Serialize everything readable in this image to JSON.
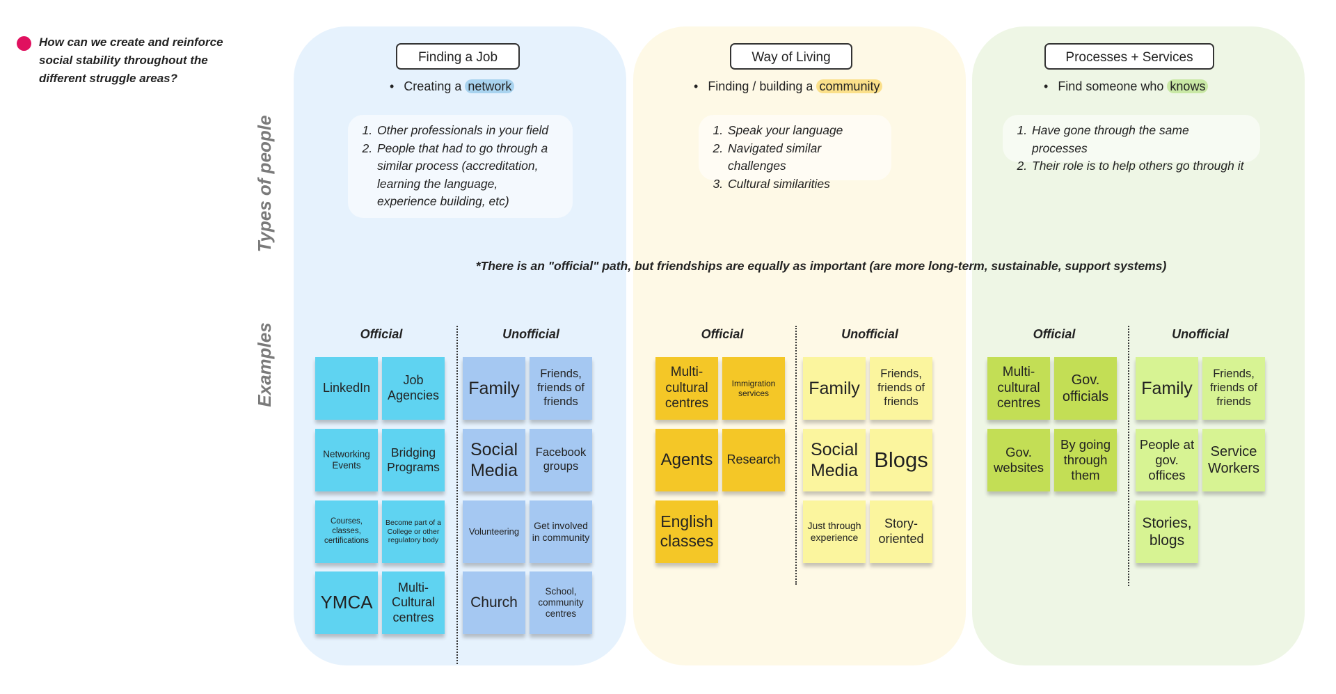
{
  "question": {
    "text": "How can we create and reinforce social stability throughout the different struggle areas?",
    "dot_color": "#e0115f"
  },
  "side_labels": {
    "types": "Types of people",
    "examples": "Examples"
  },
  "official_note": "*There is an \"official\" path, but friendships are equally as important (are more long-term, sustainable, support systems)",
  "panels": [
    {
      "title": "Finding a Job",
      "bullet_prefix": "Creating a",
      "bullet_highlight": "network",
      "panel_color": "#e6f2fd",
      "highlight_color": "#a8d3ef",
      "types": [
        "Other professionals in your field",
        "People that had to go through a similar process (accreditation, learning the language, experience building, etc)"
      ],
      "official_label": "Official",
      "unofficial_label": "Unofficial"
    },
    {
      "title": "Way of Living",
      "bullet_prefix": "Finding / building a",
      "bullet_highlight": "community",
      "panel_color": "#fef9e6",
      "highlight_color": "#fbe08a",
      "types": [
        "Speak your language",
        "Navigated similar challenges",
        "Cultural similarities"
      ],
      "official_label": "Official",
      "unofficial_label": "Unofficial"
    },
    {
      "title": "Processes + Services",
      "bullet_prefix": "Find someone who",
      "bullet_highlight": "knows",
      "panel_color": "#eef6e5",
      "highlight_color": "#c9e8a5",
      "types": [
        "Have gone through the same processes",
        "Their role is to help others go through it"
      ],
      "official_label": "Official",
      "unofficial_label": "Unofficial"
    }
  ],
  "stickies": {
    "job_official": [
      "LinkedIn",
      "Job Agencies",
      "Networking Events",
      "Bridging Programs",
      "Courses, classes, certifications",
      "Become part of a College or other regulatory body",
      "YMCA",
      "Multi-Cultural centres"
    ],
    "job_unofficial": [
      "Family",
      "Friends, friends of friends",
      "Social Media",
      "Facebook groups",
      "Volunteering",
      "Get involved in community",
      "Church",
      "School, community centres"
    ],
    "living_official": [
      "Multi-cultural centres",
      "Immigration services",
      "Agents",
      "Research",
      "English classes"
    ],
    "living_unofficial": [
      "Family",
      "Friends, friends of friends",
      "Social Media",
      "Blogs",
      "Just through experience",
      "Story-oriented"
    ],
    "services_official": [
      "Multi-cultural centres",
      "Gov. officials",
      "Gov. websites",
      "By going through them"
    ],
    "services_unofficial": [
      "Family",
      "Friends, friends of friends",
      "People at gov. offices",
      "Service Workers",
      "Stories, blogs"
    ]
  },
  "colors": {
    "job_official": "#5fd3f1",
    "job_unofficial": "#a5c8f2",
    "living_official": "#f4c727",
    "living_unofficial": "#fbf59e",
    "services_official": "#c3de55",
    "services_unofficial": "#d7f393"
  }
}
